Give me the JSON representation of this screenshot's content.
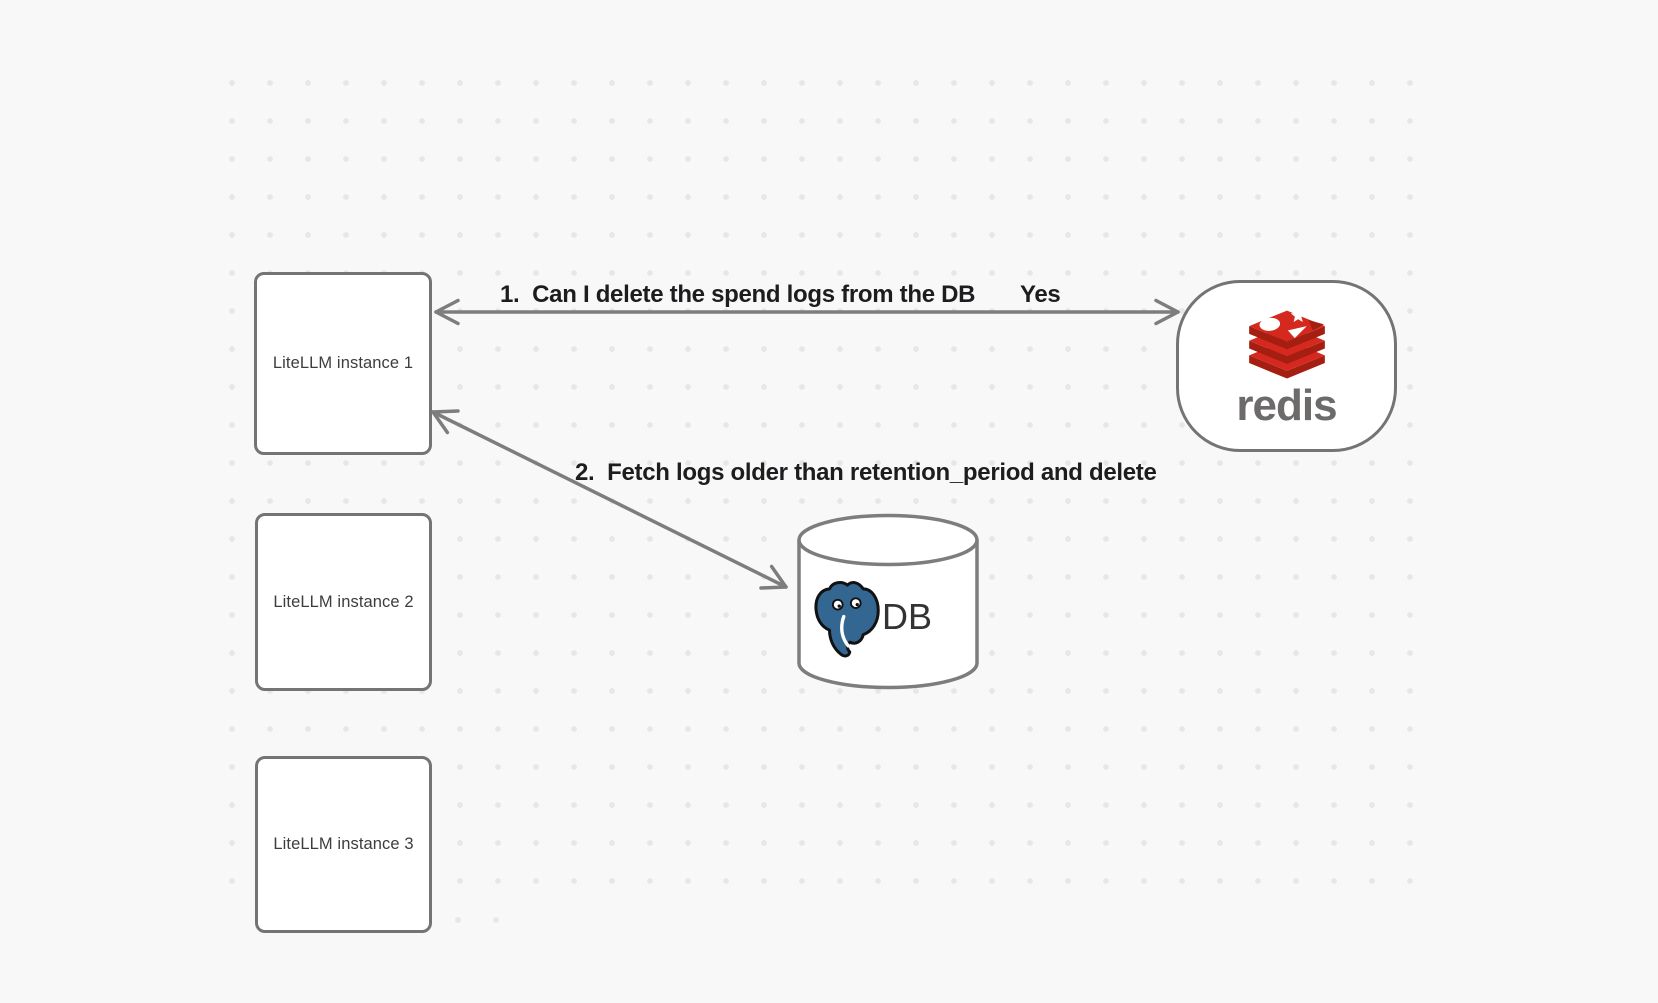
{
  "canvas": {
    "background": "#f8f8f8",
    "dot_color": "#e7e7e7"
  },
  "nodes": {
    "instances": [
      {
        "label": "LiteLLM instance 1"
      },
      {
        "label": "LiteLLM instance 2"
      },
      {
        "label": "LiteLLM instance 3"
      }
    ],
    "redis": {
      "wordmark": "redis"
    },
    "db": {
      "label": "DB"
    }
  },
  "edges": {
    "redis_query": {
      "label": "1.  Can I delete the spend logs from the DB",
      "reply": "Yes"
    },
    "db_fetch": {
      "label": "2.  Fetch logs older than retention_period and delete"
    }
  },
  "colors": {
    "shape_stroke": "#747474",
    "arrow_stroke": "#7d7d7d",
    "edge_label_text": "#1d1d1f",
    "box_label_text": "#3d3d3d",
    "redis_red": "#d5281f",
    "redis_dark_red": "#a41e11",
    "redis_wordmark_gray": "#6d6a6a",
    "postgres_blue": "#336791",
    "db_label_text": "#333333"
  },
  "icons": {
    "redis_logo": "redis-stacked-layers",
    "postgres_logo": "postgresql-elephant"
  }
}
